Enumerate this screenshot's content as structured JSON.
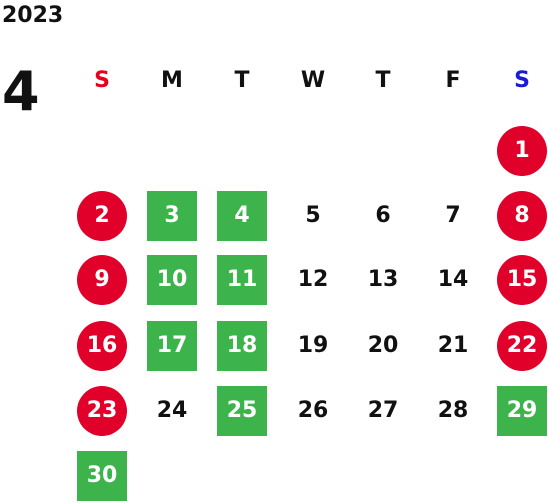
{
  "calendar": {
    "year": "2023",
    "month": "4",
    "colors": {
      "sunday_label": "#e8001c",
      "saturday_label": "#1a1adb",
      "weekday_label": "#111111",
      "holiday_circle": "#e0002a",
      "highlight_square": "#3cb44b",
      "plain_day": "#111111"
    },
    "weekdays": [
      {
        "label": "S",
        "kind": "sunday"
      },
      {
        "label": "M",
        "kind": "weekday"
      },
      {
        "label": "T",
        "kind": "weekday"
      },
      {
        "label": "W",
        "kind": "weekday"
      },
      {
        "label": "T",
        "kind": "weekday"
      },
      {
        "label": "F",
        "kind": "weekday"
      },
      {
        "label": "S",
        "kind": "saturday"
      }
    ],
    "weeks": [
      [
        null,
        null,
        null,
        null,
        null,
        null,
        {
          "day": "1",
          "style": "circle"
        }
      ],
      [
        {
          "day": "2",
          "style": "circle"
        },
        {
          "day": "3",
          "style": "square"
        },
        {
          "day": "4",
          "style": "square"
        },
        {
          "day": "5",
          "style": "plain"
        },
        {
          "day": "6",
          "style": "plain"
        },
        {
          "day": "7",
          "style": "plain"
        },
        {
          "day": "8",
          "style": "circle"
        }
      ],
      [
        {
          "day": "9",
          "style": "circle"
        },
        {
          "day": "10",
          "style": "square"
        },
        {
          "day": "11",
          "style": "square"
        },
        {
          "day": "12",
          "style": "plain"
        },
        {
          "day": "13",
          "style": "plain"
        },
        {
          "day": "14",
          "style": "plain"
        },
        {
          "day": "15",
          "style": "circle"
        }
      ],
      [
        {
          "day": "16",
          "style": "circle"
        },
        {
          "day": "17",
          "style": "square"
        },
        {
          "day": "18",
          "style": "square"
        },
        {
          "day": "19",
          "style": "plain"
        },
        {
          "day": "20",
          "style": "plain"
        },
        {
          "day": "21",
          "style": "plain"
        },
        {
          "day": "22",
          "style": "circle"
        }
      ],
      [
        {
          "day": "23",
          "style": "circle"
        },
        {
          "day": "24",
          "style": "plain"
        },
        {
          "day": "25",
          "style": "square"
        },
        {
          "day": "26",
          "style": "plain"
        },
        {
          "day": "27",
          "style": "plain"
        },
        {
          "day": "28",
          "style": "plain"
        },
        {
          "day": "29",
          "style": "square"
        }
      ],
      [
        {
          "day": "30",
          "style": "square"
        },
        null,
        null,
        null,
        null,
        null,
        null
      ]
    ]
  }
}
